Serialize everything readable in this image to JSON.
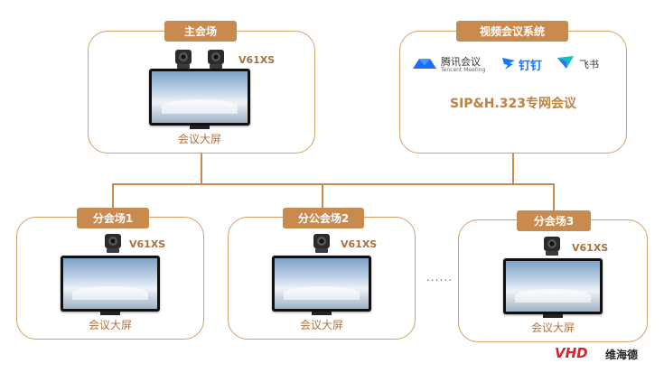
{
  "main": {
    "tag": "主会场",
    "model": "V61XS",
    "screen_label": "会议大屏"
  },
  "system": {
    "tag": "视频会议系统",
    "logos": [
      {
        "name": "腾讯会议",
        "sub": "Tencent Meeting",
        "icon": "tencent-meeting-icon",
        "color": "#1f6bff"
      },
      {
        "name": "钉钉",
        "icon": "dingtalk-icon",
        "color": "#1677ff"
      },
      {
        "name": "飞书",
        "icon": "feishu-icon",
        "color": "#11c3ae"
      }
    ],
    "protocol": "SIP&H.323专网会议"
  },
  "branches": [
    {
      "tag": "分会场1",
      "model": "V61XS",
      "screen_label": "会议大屏"
    },
    {
      "tag": "分公会场2",
      "model": "V61XS",
      "screen_label": "会议大屏"
    },
    {
      "tag": "分会场3",
      "model": "V61XS",
      "screen_label": "会议大屏"
    }
  ],
  "ellipsis": "......",
  "brand": {
    "en": "VHD",
    "cn": "维海德"
  },
  "colors": {
    "accent": "#c98a4f",
    "border": "#d4a06a",
    "brand_red": "#d8232a"
  }
}
